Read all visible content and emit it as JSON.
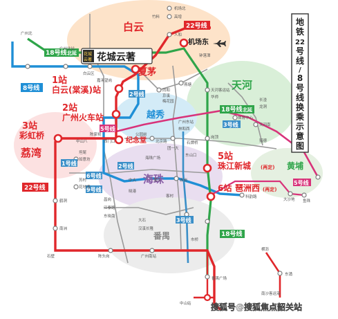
{
  "title": {
    "lines": [
      "地",
      "铁",
      "22",
      "号",
      "线",
      "/",
      "8",
      "号",
      "线",
      "换",
      "乘",
      "示",
      "意",
      "图"
    ]
  },
  "districts": {
    "baiyun": "白云",
    "tianhe": "天河",
    "yuexiu": "越秀",
    "liwan": "荔湾",
    "haizhu": "海珠",
    "huangpu": "黄埔",
    "panyu": "番禺"
  },
  "brand": {
    "name": "花城云著",
    "badge_top": "花城",
    "badge_bottom": "云著"
  },
  "highlight_stations": {
    "s1_num": "1站",
    "s1_name": "白云(棠溪)站",
    "s2_num": "2站",
    "s2_name": "广州火车站",
    "s3_num": "3站",
    "s3_name": "彩虹桥",
    "s5_num": "5站",
    "s5_name": "珠江新城",
    "s5_sub": "(再定)",
    "s6_num": "6站",
    "s6_name": "琶洲西",
    "s6_sub": "(再定)",
    "xiamao": "夏茅",
    "airport": "机场东",
    "jinian": "纪念堂"
  },
  "line_tags": {
    "l22_top": "22号线",
    "l22_left": "22号线",
    "l8": "8号线",
    "l18_top": "18号线",
    "l18_top_sub": "北延",
    "l18_mid": "18号线",
    "l18_mid_sub": "北延",
    "l18_bottom": "18号线",
    "l3": "3号线",
    "l3_bottom": "3号线",
    "l5": "5号线",
    "l5_right": "5号线",
    "l1": "1号线",
    "l2": "2号线",
    "l2_mid": "2号线",
    "l6": "6号线",
    "l9": "9号线"
  },
  "small_stations": {
    "a1": "机场北",
    "a2": "高增",
    "a3": "人和",
    "a4": "竹料",
    "a5": "钟落潭",
    "b1": "广州北",
    "b2": "广州北站",
    "b3": "白云区",
    "b4": "嘉禾望岗",
    "c1": "同和",
    "c2": "京溪",
    "c3": "梅花园",
    "c4": "燕塘",
    "d1": "天河客运站",
    "d2": "华师",
    "d3": "岗顶",
    "d4": "石牌桥",
    "d5": "体育中心",
    "e1": "广州东站",
    "e2": "林和西",
    "e3": "天河南",
    "e4": "猎德",
    "f1": "赤岗",
    "f2": "客村",
    "f3": "鹭江",
    "f4": "中大",
    "f5": "晓港",
    "g1": "坦尾",
    "g2": "如意坊",
    "g3": "芳村",
    "g4": "花地湾",
    "g5": "鹤洞",
    "h1": "昌岗",
    "h2": "江泰路",
    "h3": "东晓南",
    "h4": "南洲",
    "i1": "大石",
    "i2": "汉溪长隆",
    "i3": "市桥",
    "i4": "番禺广场",
    "j1": "陈头岗",
    "j2": "广州南站",
    "j3": "石壁",
    "k1": "中山站",
    "k2": "南沙客运港",
    "k3": "东涌",
    "k4": "横沥",
    "m1": "长湴",
    "m2": "龙洞",
    "m3": "科韵路",
    "m4": "大沙地",
    "m5": "鱼珠",
    "n1": "公园前",
    "n2": "西门口",
    "n3": "陈家祠",
    "n4": "中山八",
    "o1": "海珠广场",
    "o2": "北京路",
    "o3": "团一大",
    "o4": "东山口"
  },
  "watermark": {
    "text": "搜狐号@搜狐焦点韶关站"
  },
  "colors": {
    "line22": "#e0272b",
    "line8": "#1f8fd6",
    "line18": "#2fa54a",
    "line3": "#3a8fc8",
    "line5": "#d8337a",
    "metro_gray": "#9a9a9a",
    "area_baiyun": "#fde3c9",
    "area_tianhe": "#d9efd8",
    "area_yuexiu": "#d3ebf7",
    "area_haizhu": "#e9def0",
    "area_panyu": "#ececec",
    "area_liwan": "#fce1e1"
  }
}
